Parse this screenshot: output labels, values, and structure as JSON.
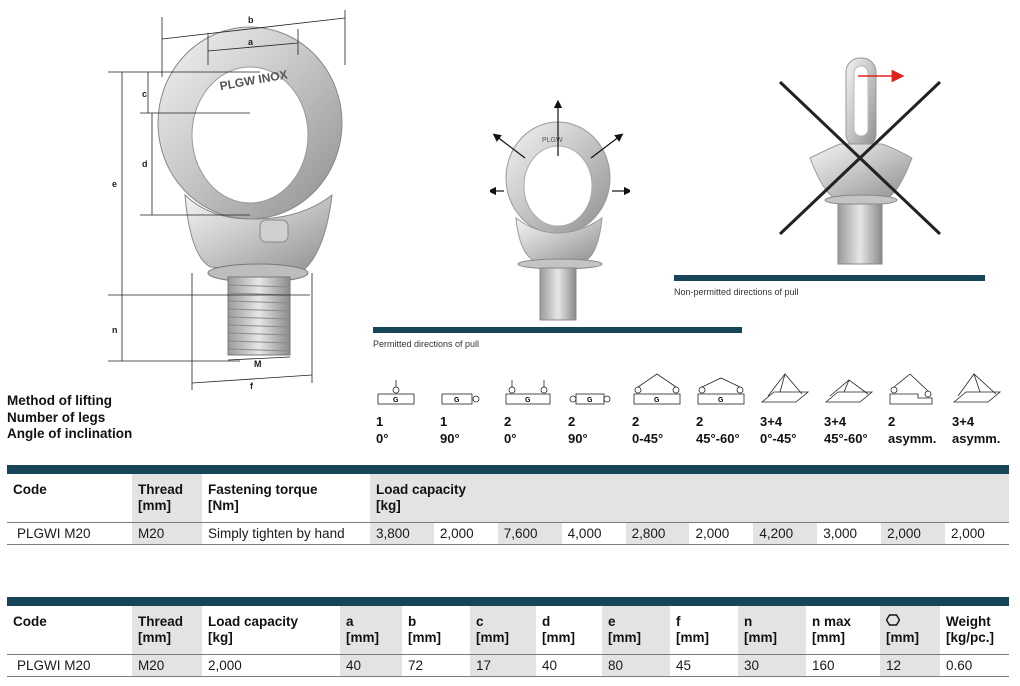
{
  "figures": {
    "dimension_labels": [
      "b",
      "a",
      "c",
      "d",
      "e",
      "n",
      "M",
      "f"
    ],
    "product_marking": "PLGW INOX",
    "small_ring_marking": "PLGW",
    "permitted_caption": "Permitted directions of pull",
    "non_permitted_caption": "Non-permitted directions of pull",
    "arrow_color": "#e0201b",
    "bar_color": "#16455a"
  },
  "lifting": {
    "labels": [
      "Method of lifting",
      "Number of legs",
      "Angle of inclination"
    ],
    "methods": [
      {
        "legs": "1",
        "angle": "0°",
        "icon": "single-vertical-icon"
      },
      {
        "legs": "1",
        "angle": "90°",
        "icon": "single-side-icon"
      },
      {
        "legs": "2",
        "angle": "0°",
        "icon": "double-vertical-icon"
      },
      {
        "legs": "2",
        "angle": "90°",
        "icon": "double-side-icon"
      },
      {
        "legs": "2",
        "angle": "0-45°",
        "icon": "double-angled-icon"
      },
      {
        "legs": "2",
        "angle": "45°-60°",
        "icon": "double-wide-angled-icon"
      },
      {
        "legs": "3+4",
        "angle": "0°-45°",
        "icon": "multi-leg-icon"
      },
      {
        "legs": "3+4",
        "angle": "45°-60°",
        "icon": "multi-leg-wide-icon"
      },
      {
        "legs": "2",
        "angle": "asymm.",
        "icon": "asym-double-icon"
      },
      {
        "legs": "3+4",
        "angle": "asymm.",
        "icon": "asym-multi-icon"
      }
    ]
  },
  "table1": {
    "headers": {
      "code": "Code",
      "thread": "Thread",
      "thread_unit": "[mm]",
      "torque": "Fastening torque",
      "torque_unit": "[Nm]",
      "load": "Load capacity",
      "load_unit": "[kg]"
    },
    "row": {
      "code": "PLGWI M20",
      "thread": "M20",
      "torque": "Simply tighten by hand",
      "loads": [
        "3,800",
        "2,000",
        "7,600",
        "4,000",
        "2,800",
        "2,000",
        "4,200",
        "3,000",
        "2,000",
        "2,000"
      ]
    }
  },
  "table2": {
    "headers": [
      {
        "label": "Code",
        "unit": ""
      },
      {
        "label": "Thread",
        "unit": "[mm]"
      },
      {
        "label": "Load capacity",
        "unit": "[kg]"
      },
      {
        "label": "a",
        "unit": "[mm]"
      },
      {
        "label": "b",
        "unit": "[mm]"
      },
      {
        "label": "c",
        "unit": "[mm]"
      },
      {
        "label": "d",
        "unit": "[mm]"
      },
      {
        "label": "e",
        "unit": "[mm]"
      },
      {
        "label": "f",
        "unit": "[mm]"
      },
      {
        "label": "n",
        "unit": "[mm]"
      },
      {
        "label": "n max",
        "unit": "[mm]"
      },
      {
        "label": "",
        "unit": "[mm]"
      },
      {
        "label": "Weight",
        "unit": "[kg/pc.]"
      }
    ],
    "row": [
      "PLGWI M20",
      "M20",
      "2,000",
      "40",
      "72",
      "17",
      "40",
      "80",
      "45",
      "30",
      "160",
      "12",
      "0.60"
    ]
  }
}
